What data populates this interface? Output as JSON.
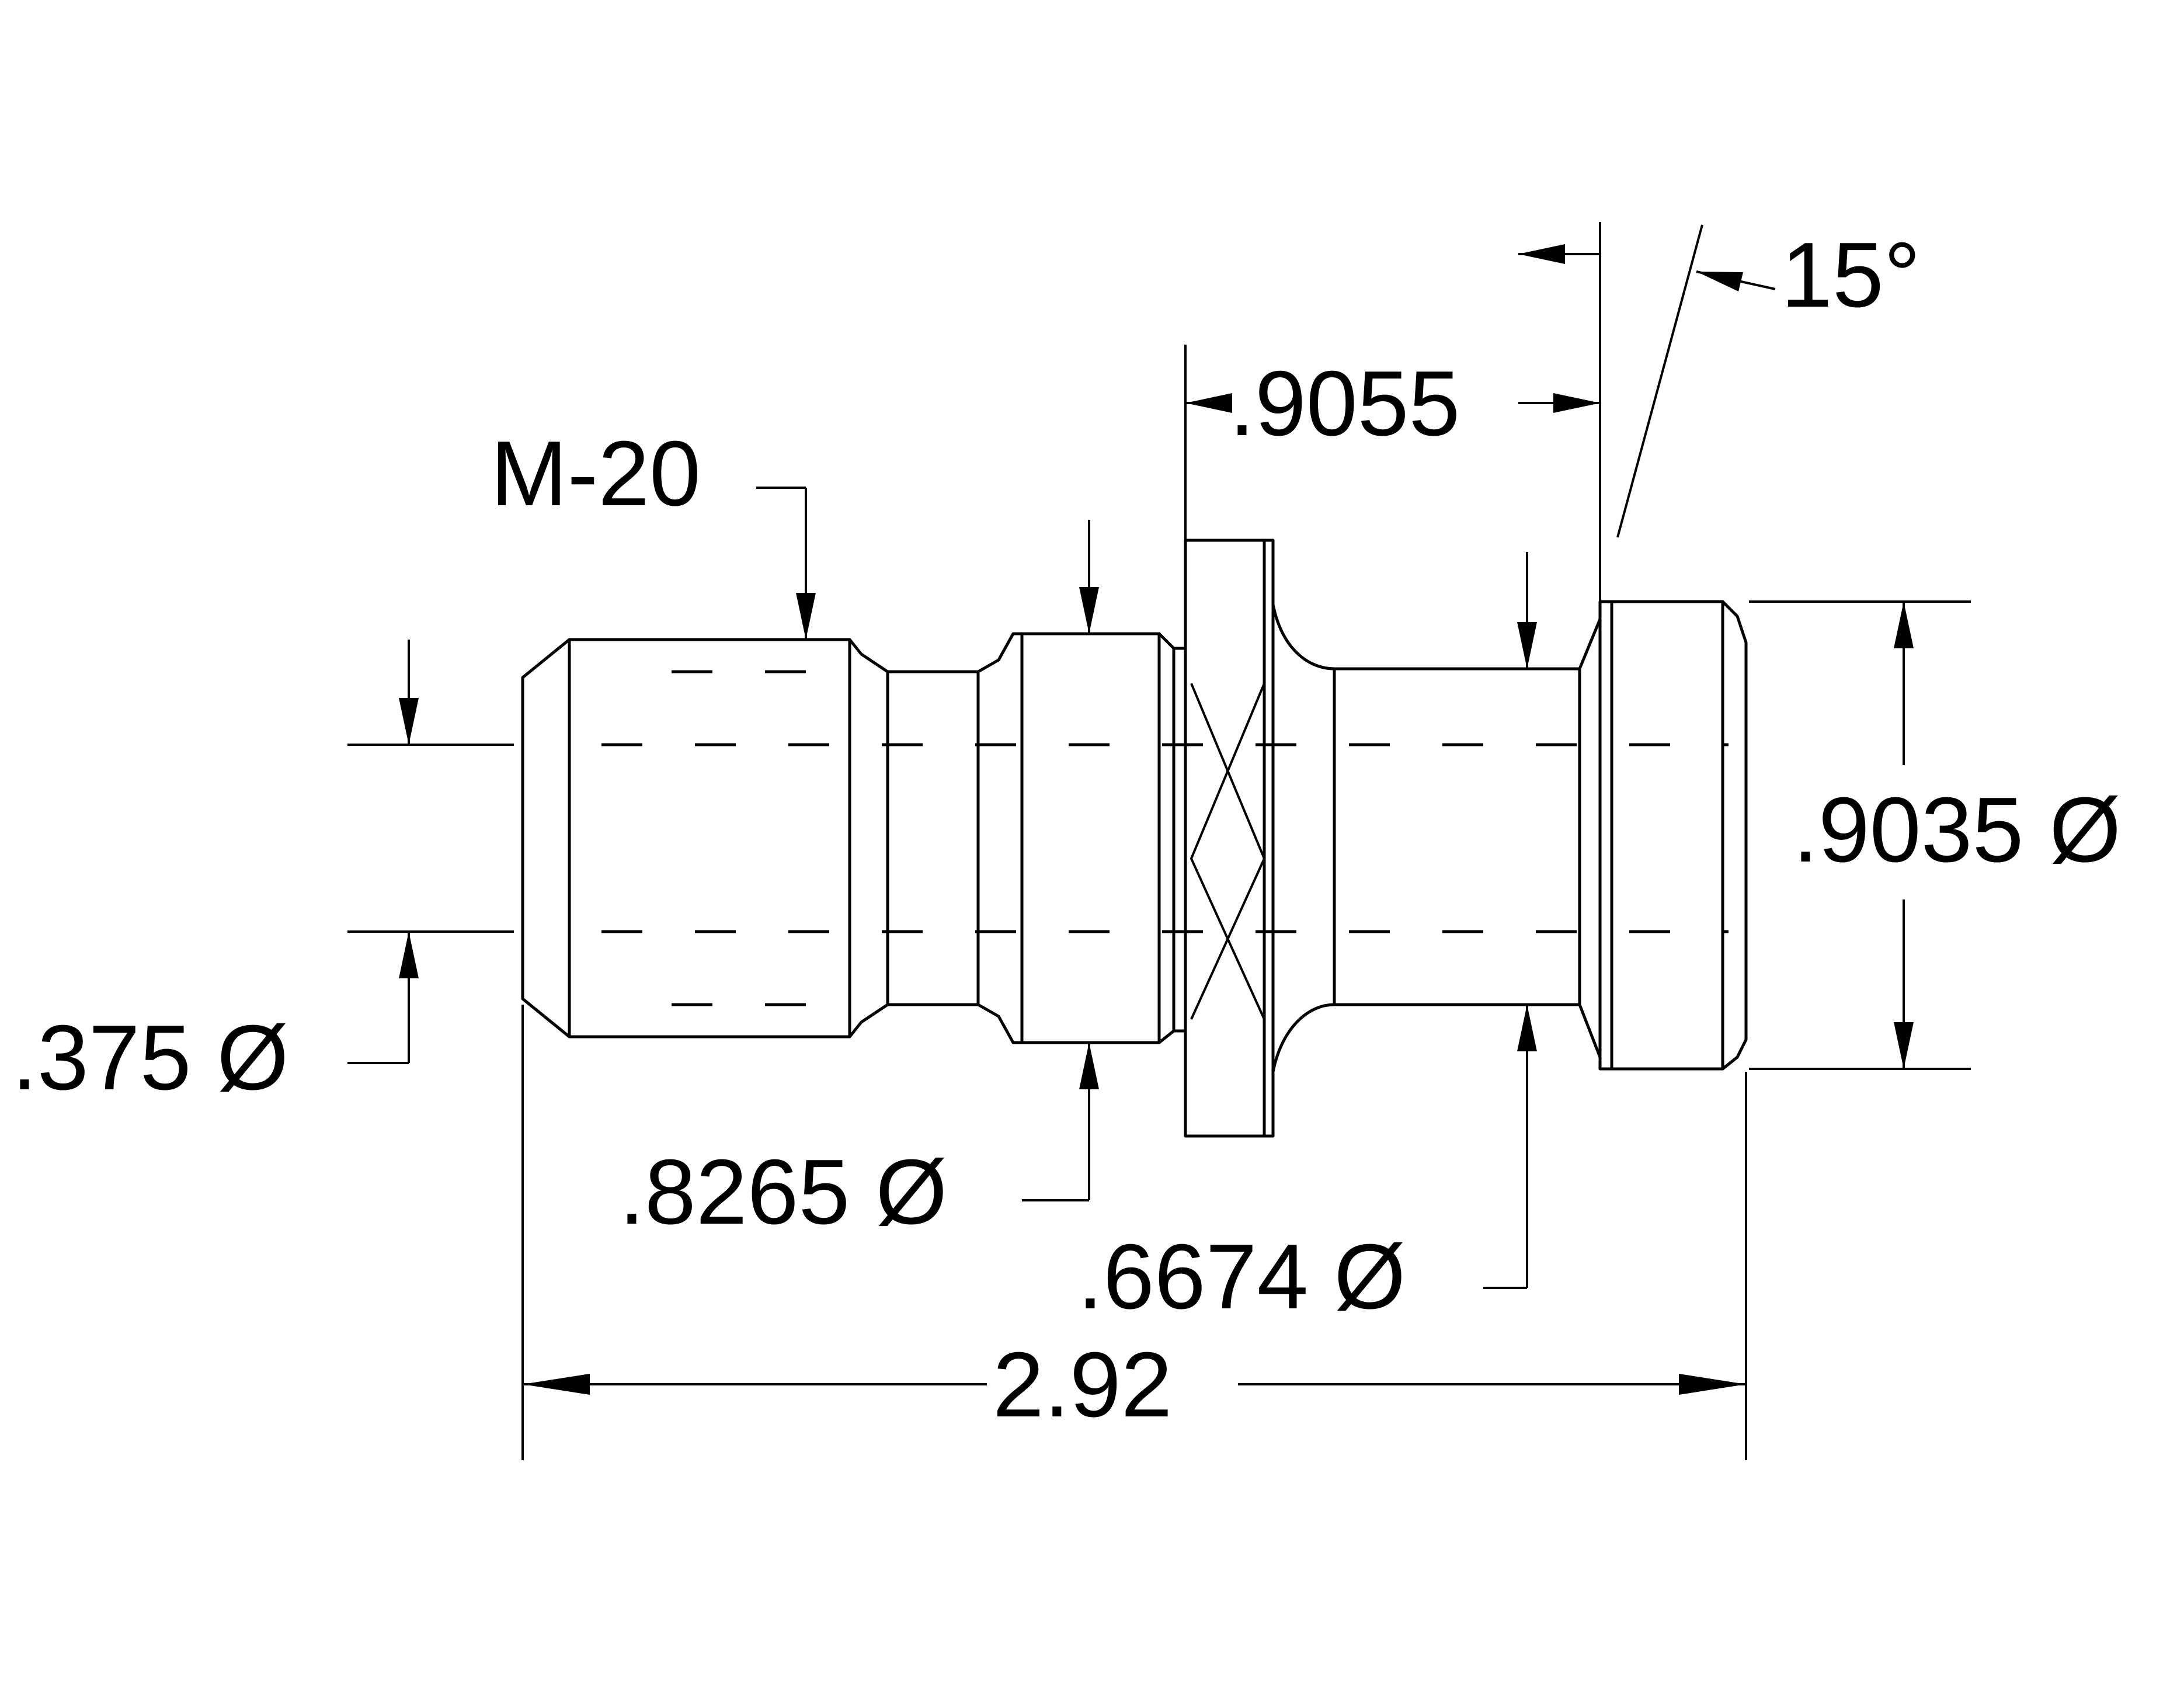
{
  "dimensions": {
    "thread": "M-20",
    "shank_dia": ".8265 Ø",
    "neck_dia": ".6674 Ø",
    "bore_dia": ".375 Ø",
    "flange_dia": ".9035 Ø",
    "flange_to_head_length": ".9055",
    "head_angle": "15°",
    "overall_length": "2.92"
  },
  "colors": {
    "ink": "#000000",
    "paper": "#ffffff"
  }
}
